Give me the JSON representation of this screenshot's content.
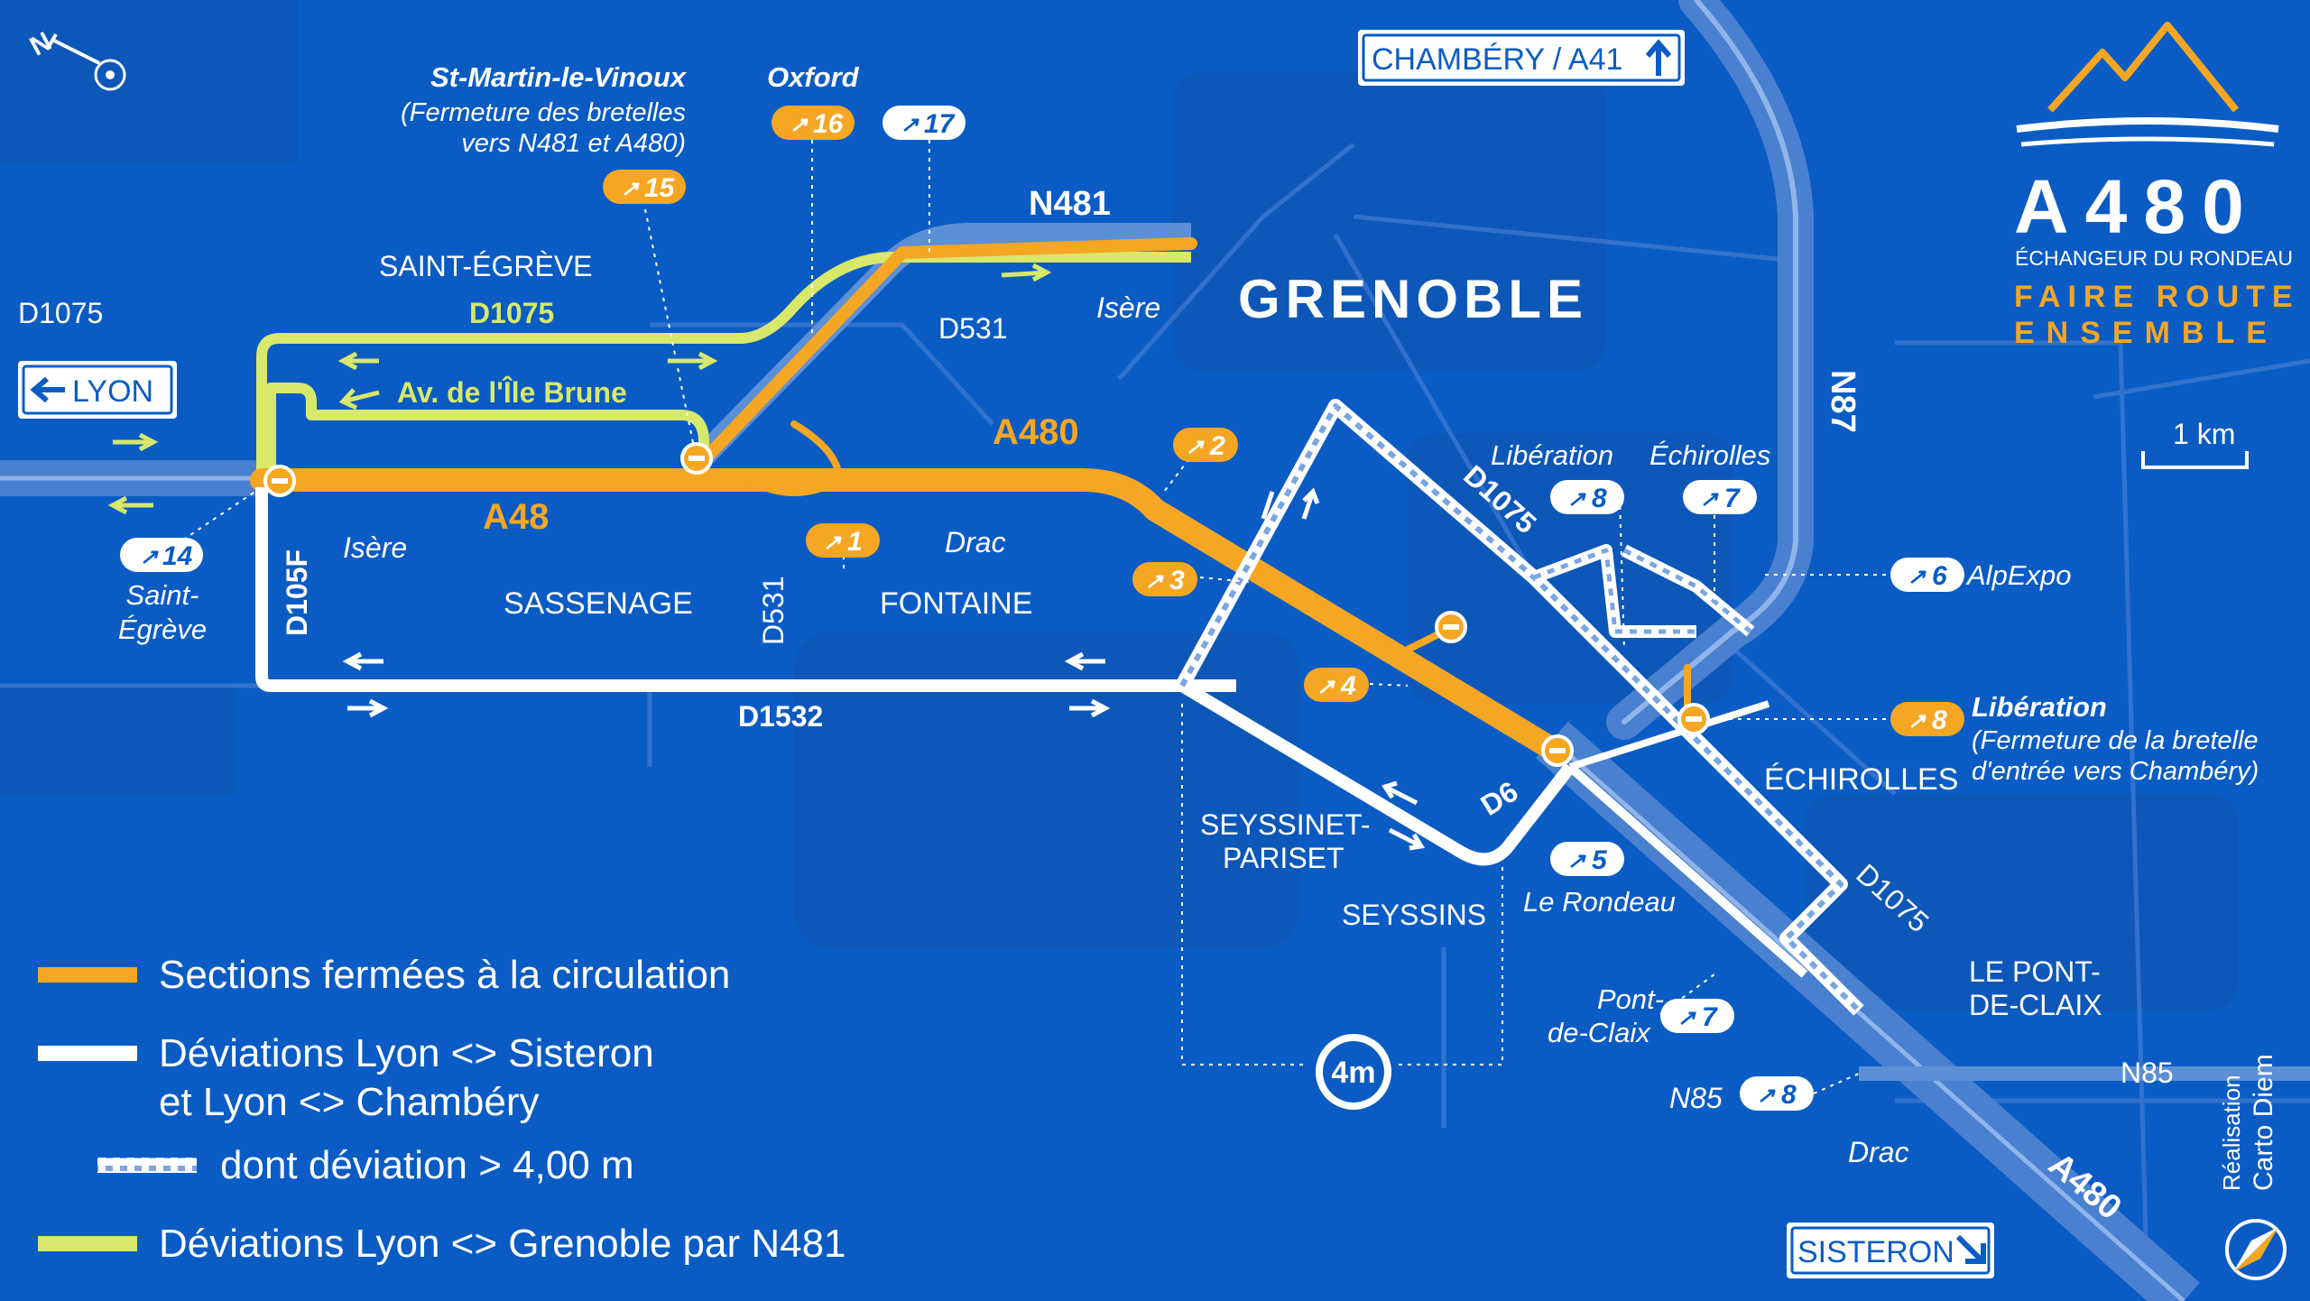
{
  "colors": {
    "background": "#0a5cc4",
    "closed": "#f5a623",
    "detour": "#ffffff",
    "detour_n481": "#d7e86a",
    "highway": "#5b8fd6",
    "road": "#3f7ed0"
  },
  "brand": {
    "title": "A480",
    "subtitle": "ÉCHANGEUR DU RONDEAU",
    "slogan_line1": "FAIRE ROUTE",
    "slogan_line2": "ENSEMBLE"
  },
  "direction_signs": {
    "chambery": "CHAMBÉRY / A41",
    "lyon": "LYON",
    "sisteron": "SISTERON"
  },
  "city_label": "GRENOBLE",
  "scale_label": "1 km",
  "places": {
    "saint_egreve": "SAINT-ÉGRÈVE",
    "sassenage": "SASSENAGE",
    "fontaine": "FONTAINE",
    "echirolles": "ÉCHIROLLES",
    "seyssinet": "SEYSSINET-",
    "pariset": "PARISET",
    "seyssins": "SEYSSINS",
    "pont_de_claix_1": "LE PONT-",
    "pont_de_claix_2": "DE-CLAIX"
  },
  "rivers": {
    "isere_1": "Isère",
    "isere_2": "Isère",
    "drac_1": "Drac",
    "drac_2": "Drac"
  },
  "roads": {
    "d1075_west": "D1075",
    "d1075_yellow": "D1075",
    "d1075_diag": "D1075",
    "d1075_south": "D1075",
    "n481": "N481",
    "d531_north": "D531",
    "d531_south": "D531",
    "a480": "A480",
    "a48": "A48",
    "d105f": "D105F",
    "d1532": "D1532",
    "d6": "D6",
    "n87": "N87",
    "n85_right": "N85",
    "n85_left": "N85",
    "a480_south": "A480",
    "ile_brune": "Av. de l'Île Brune"
  },
  "exits": {
    "e14": "14",
    "e15": "15",
    "e16": "16",
    "e17": "17",
    "e1": "1",
    "e2": "2",
    "e3": "3",
    "e4": "4",
    "e8a": "8",
    "e7a": "7",
    "e6": "6",
    "e8b": "8",
    "e5": "5",
    "e7b": "7",
    "e8c": "8"
  },
  "exit_labels": {
    "st_martin": "St-Martin-le-Vinoux",
    "st_martin_note1": "(Fermeture des bretelles",
    "st_martin_note2": "vers N481 et A480)",
    "oxford": "Oxford",
    "saint_egreve_1": "Saint-",
    "saint_egreve_2": "Égrève",
    "liberation_top": "Libération",
    "echirolles_top": "Échirolles",
    "alpexpo": "AlpExpo",
    "liberation": "Libération",
    "liberation_note1": "(Fermeture de la bretelle",
    "liberation_note2": "d'entrée vers Chambéry)",
    "le_rondeau": "Le Rondeau",
    "pont_1": "Pont-",
    "pont_2": "de-Claix",
    "n85": "N85"
  },
  "height_limit": "4m",
  "legend": {
    "closed": "Sections fermées à la circulation",
    "detour_1": "Déviations Lyon <> Sisteron",
    "detour_2": "et Lyon <> Chambéry",
    "detour_high": "dont déviation > 4,00 m",
    "detour_n481": "Déviations Lyon <> Grenoble par N481"
  },
  "credit": {
    "line1": "Réalisation",
    "line2": "Carto Diem"
  }
}
